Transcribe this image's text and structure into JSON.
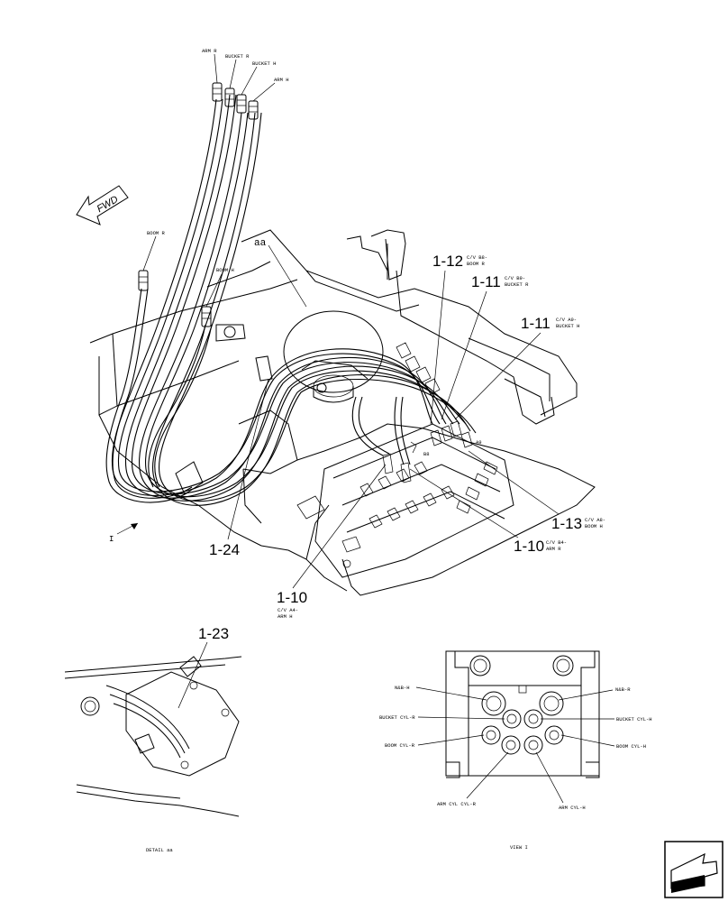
{
  "fwd_label": "FWD",
  "detail_marker": "aa",
  "view_marker": "I",
  "hose_end_labels": {
    "arm_r": "ARM R",
    "bucket_r": "BUCKET R",
    "bucket_h": "BUCKET H",
    "arm_h": "ARM H",
    "boom_r": "BOOM R",
    "boom_h": "BOOM H"
  },
  "callouts": {
    "c1_12": {
      "num": "1-12",
      "sub1": "C/V B8-",
      "sub2": "BOOM R"
    },
    "c1_11a": {
      "num": "1-11",
      "sub1": "C/V B9-",
      "sub2": "BUCKET R"
    },
    "c1_11b": {
      "num": "1-11",
      "sub1": "C/V A9-",
      "sub2": "BUCKET H"
    },
    "c1_13": {
      "num": "1-13",
      "sub1": "C/V A8-",
      "sub2": "BOOM H"
    },
    "c1_10a": {
      "num": "1-10",
      "sub1": "C/V B4-",
      "sub2": "ARM R"
    },
    "c1_10b": {
      "num": "1-10",
      "sub1": "C/V A4-",
      "sub2": "ARM H"
    },
    "c1_24": {
      "num": "1-24"
    },
    "c1_23": {
      "num": "1-23"
    }
  },
  "valve_marks": {
    "a9": "A9",
    "b8": "B8"
  },
  "detail_title": "DETAIL aa",
  "view_title": "VIEW I",
  "view_labels": {
    "nb_h": "N&B-H",
    "nb_r": "N&B-R",
    "bucket_cyl_r": "BUCKET CYL-R",
    "bucket_cyl_h": "BUCKET CYL-H",
    "boom_cyl_r": "BOOM CYL-R",
    "boom_cyl_h": "BOOM CYL-H",
    "arm_cyl_r": "ARM CYL CYL-R",
    "arm_cyl_h": "ARM CYL-H"
  }
}
